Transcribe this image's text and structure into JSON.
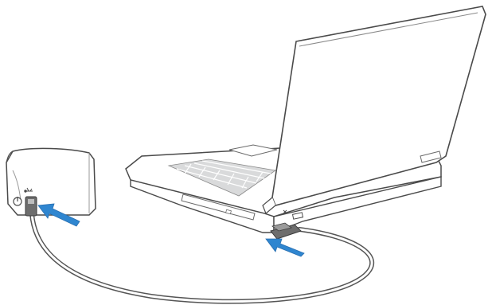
{
  "illustration": {
    "subject": "usb-cable-connection",
    "devices": [
      "scanner-device",
      "laptop-computer"
    ],
    "colors": {
      "line": "#4a4a4a",
      "device_body": "#ffffff",
      "key_shade": "#d9dadb",
      "arrow": "#2f86d0",
      "cable": "#555555"
    },
    "icons": [
      "power-icon",
      "usb-icon",
      "arrow-icon"
    ]
  }
}
